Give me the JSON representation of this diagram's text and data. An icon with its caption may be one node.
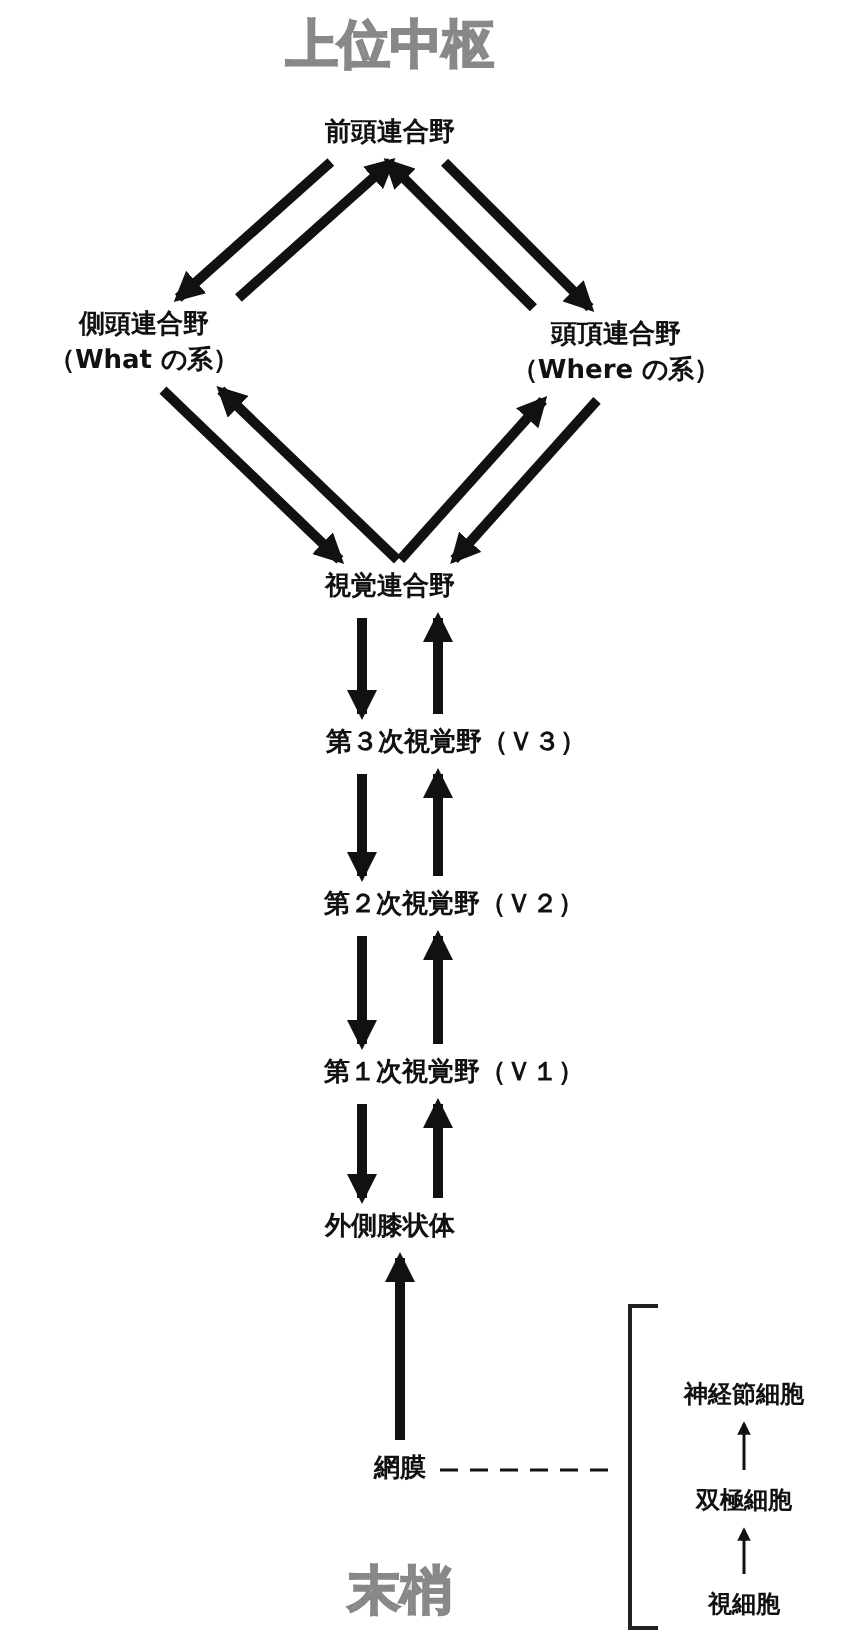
{
  "diagram": {
    "nodes": [
      {
        "text": [
          "前頭連合野"
        ]
      },
      {
        "text": [
          "側頭連合野",
          "（What の系）"
        ]
      },
      {
        "text": [
          "頭頂連合野",
          "（Where の系）"
        ]
      },
      {
        "text": [
          "視覚連合野"
        ]
      },
      {
        "text": [
          "第３次視覚野（Ｖ３）"
        ]
      },
      {
        "text": [
          "第２次視覚野（Ｖ２）"
        ]
      },
      {
        "text": [
          "第１次視覚野（Ｖ１）"
        ]
      },
      {
        "text": [
          "外側膝状体"
        ]
      },
      {
        "text": [
          "網膜"
        ]
      },
      {
        "text": [],
        "shape": "bracket"
      },
      {
        "text": [
          "神経節細胞"
        ],
        "in": 9
      },
      {
        "text": [
          "双極細胞"
        ],
        "in": 9
      },
      {
        "text": [
          "視細胞"
        ],
        "in": 9
      }
    ],
    "edges": [
      {
        "from": 0,
        "to": 1,
        "arrow": "to"
      },
      {
        "from": 1,
        "to": 0,
        "arrow": "to"
      },
      {
        "from": 0,
        "to": 2,
        "arrow": "to"
      },
      {
        "from": 2,
        "to": 0,
        "arrow": "to"
      },
      {
        "from": 1,
        "to": 3,
        "arrow": "to"
      },
      {
        "from": 3,
        "to": 1,
        "arrow": "to"
      },
      {
        "from": 2,
        "to": 3,
        "arrow": "to"
      },
      {
        "from": 3,
        "to": 2,
        "arrow": "to"
      },
      {
        "from": 3,
        "to": 4,
        "arrow": "to"
      },
      {
        "from": 4,
        "to": 3,
        "arrow": "to"
      },
      {
        "from": 4,
        "to": 5,
        "arrow": "to"
      },
      {
        "from": 5,
        "to": 4,
        "arrow": "to"
      },
      {
        "from": 5,
        "to": 6,
        "arrow": "to"
      },
      {
        "from": 6,
        "to": 5,
        "arrow": "to"
      },
      {
        "from": 6,
        "to": 7,
        "arrow": "to"
      },
      {
        "from": 7,
        "to": 6,
        "arrow": "to"
      },
      {
        "from": 8,
        "to": 7,
        "arrow": "to"
      },
      {
        "from": 8,
        "to": 9,
        "arrow": "none",
        "style": "dashed"
      },
      {
        "from": 12,
        "to": 11,
        "arrow": "to"
      },
      {
        "from": 11,
        "to": 10,
        "arrow": "to"
      }
    ],
    "labels": [
      "上位中枢",
      "末梢"
    ]
  }
}
